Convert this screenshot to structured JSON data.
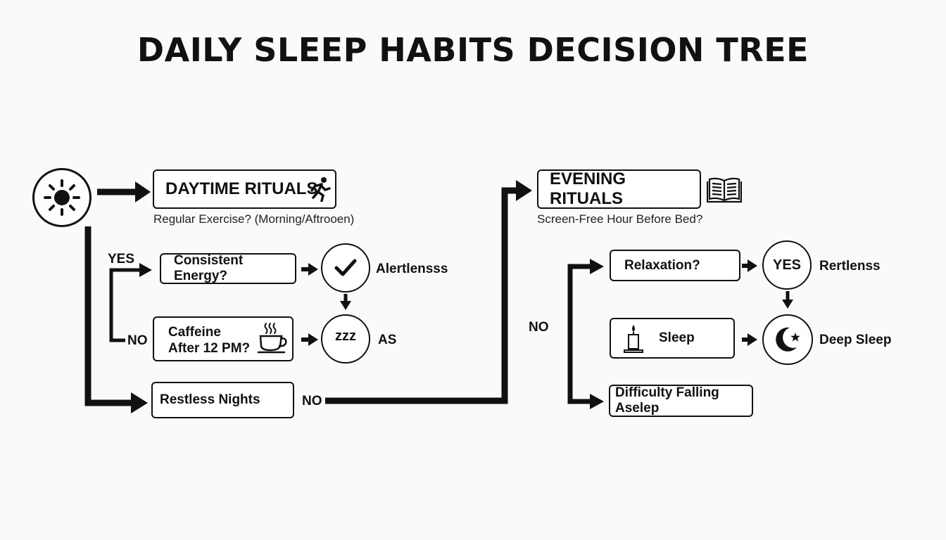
{
  "title": "DAILY SLEEP HABITS DECISION TREE",
  "daytime": {
    "header": "DAYTIME RITUALS",
    "question": "Regular Exercise? (Morning/Aftrooen)",
    "yes_label": "YES",
    "no_label": "NO",
    "consistent_energy": "Consistent Energy?",
    "alertness": "Alertlensss",
    "caffeine_line1": "Caffeine",
    "caffeine_line2": "After 12 PM?",
    "zzz": "zzz",
    "as_label": "AS",
    "restless_nights": "Restless Nights",
    "restless_no": "NO"
  },
  "evening": {
    "header": "EVENING RITUALS",
    "question": "Screen-Free Hour Before Bed?",
    "no_label": "NO",
    "relaxation": "Relaxation?",
    "yes_circle": "YES",
    "restless": "Rertlenss",
    "sleep": "Sleep",
    "deep_sleep": "Deep Sleep",
    "difficulty": "Difficulty Falling Aselep"
  },
  "icons": [
    "sun-icon",
    "running-person-icon",
    "book-icon",
    "checkmark-icon",
    "coffee-cup-icon",
    "candle-icon",
    "moon-star-icon"
  ]
}
